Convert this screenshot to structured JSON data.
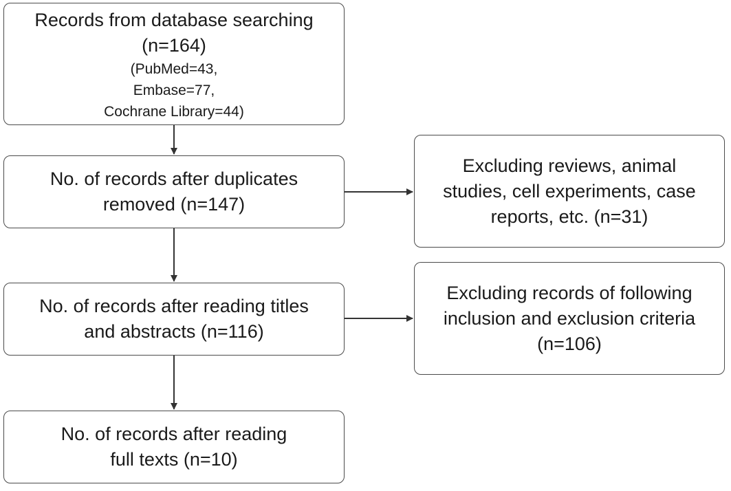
{
  "flowchart": {
    "search": {
      "line1": "Records from database searching",
      "line2": "(n=164)",
      "line3": "(PubMed=43,",
      "line4": "Embase=77,",
      "line5": "Cochrane Library=44)"
    },
    "dedup": {
      "line1": "No. of records after duplicates",
      "line2": "removed (n=147)"
    },
    "screening": {
      "line1": "No. of records after reading titles",
      "line2": "and abstracts (n=116)"
    },
    "fulltext": {
      "line1": "No. of records after reading",
      "line2": "full texts (n=10)"
    },
    "exclusion1": {
      "line1": "Excluding reviews, animal",
      "line2": "studies, cell experiments, case",
      "line3": "reports, etc. (n=31)"
    },
    "exclusion2": {
      "line1": "Excluding records of following",
      "line2": "inclusion and exclusion criteria",
      "line3": "(n=106)"
    }
  }
}
